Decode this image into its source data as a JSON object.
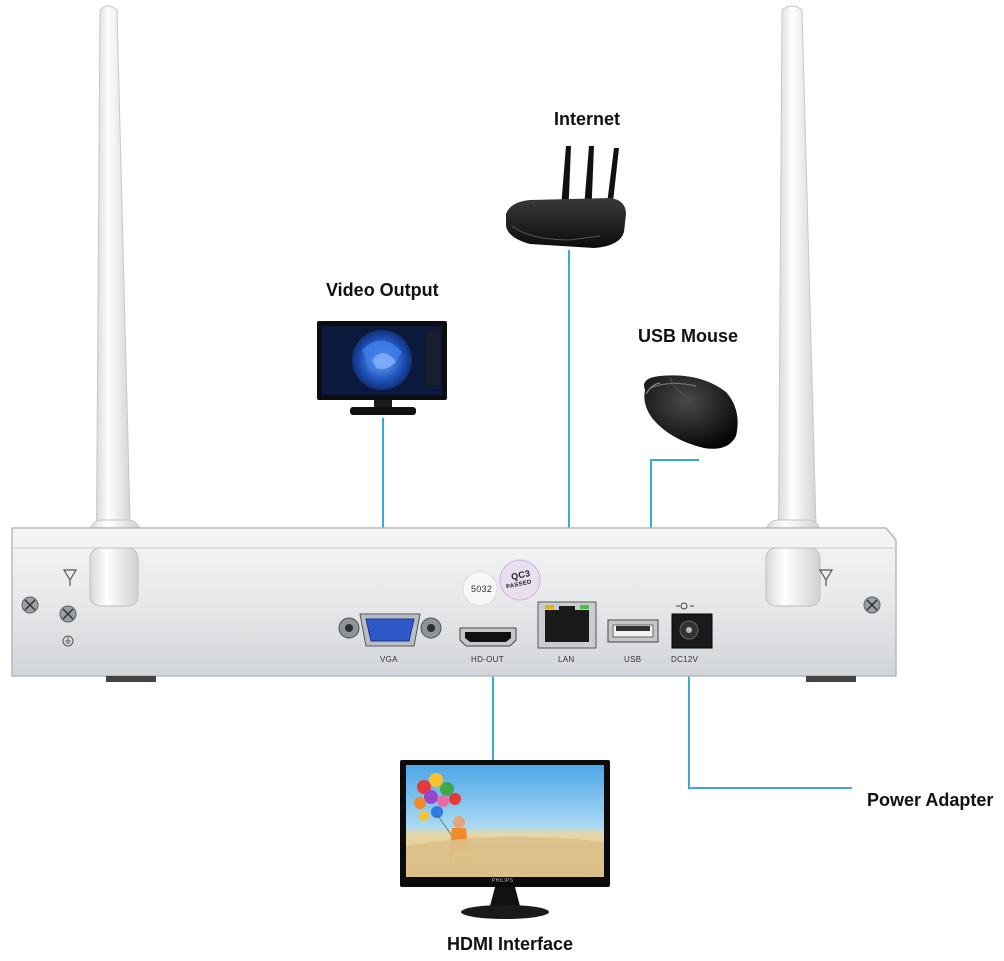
{
  "labels": {
    "internet": "Internet",
    "video_output": "Video Output",
    "usb_mouse": "USB Mouse",
    "power_adapter": "Power Adapter",
    "hdmi_interface": "HDMI Interface"
  },
  "ports": {
    "vga": "VGA",
    "hdout": "HD-OUT",
    "lan": "LAN",
    "usb": "USB",
    "dc": "DC12V"
  },
  "device": {
    "sticker_code": "5032",
    "qc_line1": "QC3",
    "qc_line2": "PASSED",
    "monitor_brand": "PHILIPS"
  },
  "colors": {
    "cable": "#3aa9d6",
    "chassis": "#e4e6e8",
    "antenna": "#f2f2f2"
  }
}
